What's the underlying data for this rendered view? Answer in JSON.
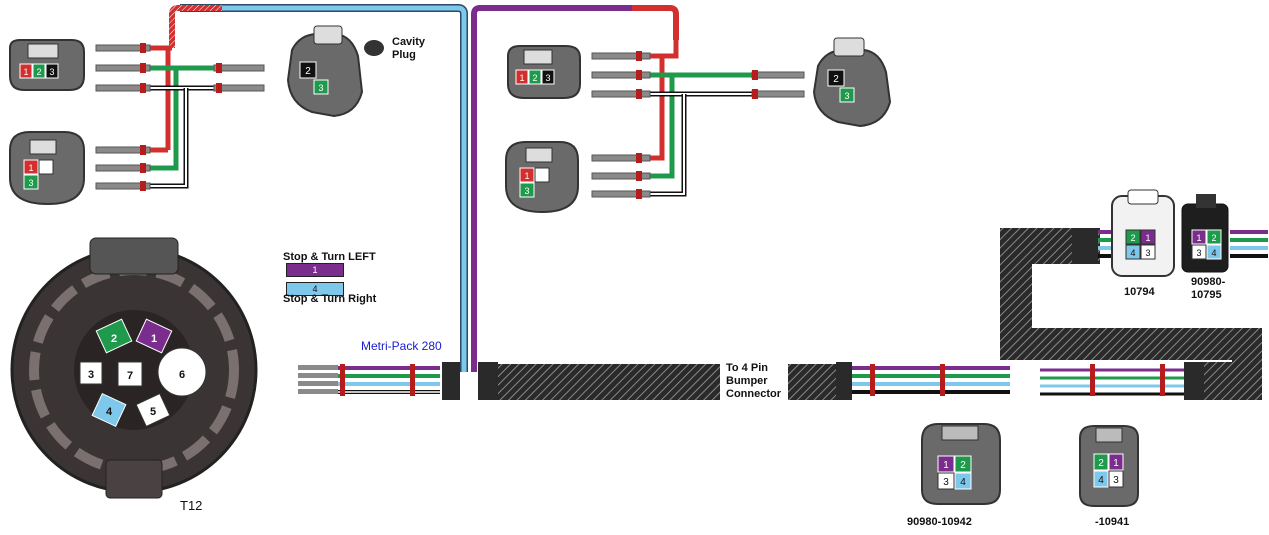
{
  "colors": {
    "red": "#d32f2f",
    "green": "#1f9a4c",
    "purple": "#7b2d8e",
    "blue": "#7ec8ec",
    "black": "#111111",
    "white": "#ffffff",
    "connector_body": "#5a5a5a",
    "conduit": "#2a2a2a"
  },
  "labels": {
    "cavity_plug": "Cavity\nPlug",
    "legend_left_title": "Stop & Turn LEFT",
    "legend_left_pin": "1",
    "legend_right_pin": "4",
    "legend_right_title": "Stop & Turn Right",
    "metripack": "Metri-Pack 280",
    "to_4pin": "To 4 Pin\nBumper\nConnector",
    "t12": "T12",
    "conn_10794": "10794",
    "conn_90980_10795": "90980-\n10795",
    "conn_90980_10942": "90980-10942",
    "conn_10941": "-10941"
  },
  "pins": {
    "left_top": [
      "1",
      "2",
      "3"
    ],
    "left_bottom": [
      "1",
      "3"
    ],
    "cavity_conn": [
      "2",
      "3"
    ],
    "mid_top": [
      "1",
      "2",
      "3"
    ],
    "mid_bottom": [
      "1",
      "3"
    ],
    "right_conn": [
      "2",
      "3"
    ],
    "t12": [
      "2",
      "1",
      "3",
      "7",
      "6",
      "4",
      "5"
    ],
    "c10794": [
      "2",
      "1",
      "4",
      "3"
    ],
    "c10795": [
      "1",
      "2",
      "3",
      "4"
    ],
    "c10942": [
      "1",
      "2",
      "3",
      "4"
    ],
    "c10941": [
      "2",
      "1",
      "4",
      "3"
    ]
  }
}
